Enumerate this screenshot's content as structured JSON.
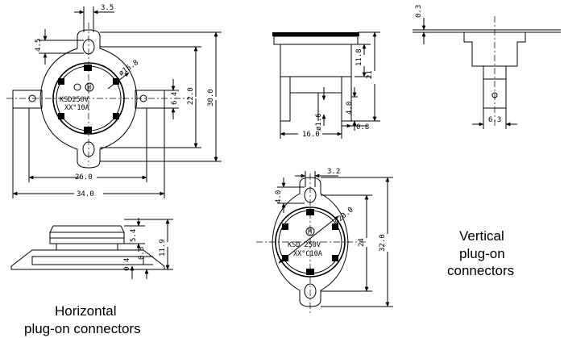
{
  "horizontal_top": {
    "dim_tab_width": "3.5",
    "dim_hole_offset": "4.5",
    "dim_diameter": "ø15.8",
    "dim_tab_height": "6.4",
    "dim_body_height": "22.0",
    "dim_total_height": "30.0",
    "dim_hole_spacing": "26.0",
    "dim_total_width": "34.0",
    "marking_line1": "KSD250V",
    "marking_line2": "XX°10A",
    "mark_h": "H"
  },
  "horizontal_side": {
    "dim_a": "5.4",
    "dim_b": "0.4",
    "dim_c": "0.8",
    "dim_d": "11.9"
  },
  "vertical_front": {
    "dim_height": "11.8",
    "dim_total": "21",
    "dim_pin": "4.0",
    "dim_pin_dia": "ø1.6",
    "dim_width": "16.0",
    "dim_thickness": "0.8"
  },
  "vertical_side": {
    "dim_flange": "0.3",
    "dim_tab": "6.3"
  },
  "vertical_top": {
    "dim_tab_width": "3.2",
    "dim_hole_offset": "4.0",
    "dim_diameter": "ø20.0",
    "dim_body_height": "24",
    "dim_total_height": "32.0",
    "marking_line1": "KSD 250V",
    "marking_line2": "XX°C10A",
    "mark_h": "H"
  },
  "captions": {
    "horizontal": [
      "Horizontal",
      "plug-on connectors"
    ],
    "vertical": [
      "Vertical",
      "plug-on",
      "connectors"
    ]
  }
}
